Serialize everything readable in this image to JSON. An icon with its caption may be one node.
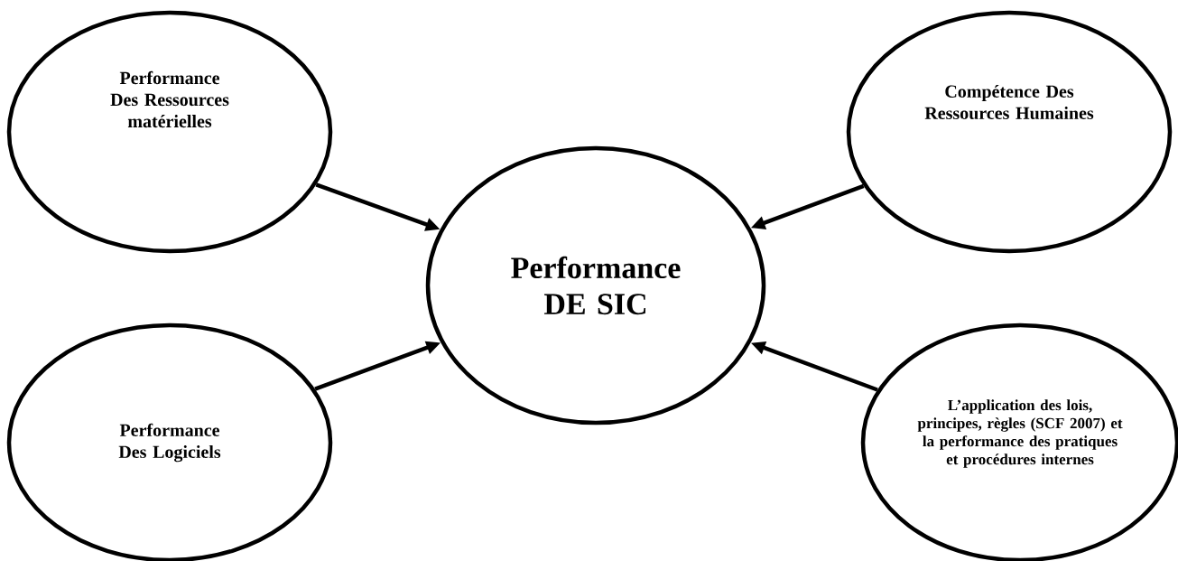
{
  "diagram": {
    "nodes": [
      {
        "text": [
          "Performance Des Ressources matérielles"
        ]
      },
      {
        "text": [
          "Performance DE SIC"
        ]
      },
      {
        "text": [
          "Compétence Des Ressources Humaines"
        ]
      },
      {
        "text": [
          "Performance Des Logiciels"
        ]
      },
      {
        "text": [
          "L’application des lois, principes, règles (SCF 2007) et la performance des pratiques et procédures internes"
        ]
      }
    ],
    "edges": [
      {
        "from": 0,
        "to": 1,
        "arrow": "to"
      },
      {
        "from": 2,
        "to": 1,
        "arrow": "to"
      },
      {
        "from": 3,
        "to": 1,
        "arrow": "to"
      },
      {
        "from": 4,
        "to": 1,
        "arrow": "to"
      }
    ]
  }
}
